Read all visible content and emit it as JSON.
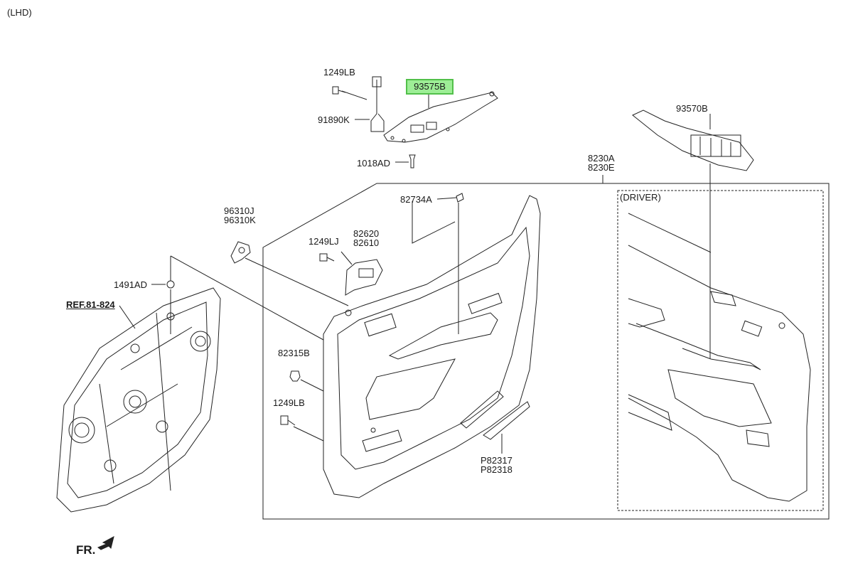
{
  "variant": "(LHD)",
  "highlight_color": "#9dee96",
  "highlighted_part": "93575B",
  "labels": {
    "p1249lb_top": "1249LB",
    "p91890k": "91890K",
    "p1018ad": "1018AD",
    "p82734a": "82734A",
    "p93570b": "93570B",
    "p8230a": "8230A",
    "p8230e": "8230E",
    "driver": "(DRIVER)",
    "p96310j": "96310J",
    "p96310k": "96310K",
    "p1249lj": "1249LJ",
    "p82620": "82620",
    "p82610": "82610",
    "p1491ad": "1491AD",
    "ref": "REF.81-824",
    "p82315b": "82315B",
    "p1249lb_bottom": "1249LB",
    "p82317": "P82317",
    "p82318": "P82318",
    "front": "FR."
  },
  "icons": [
    "front-direction-arrow-icon"
  ]
}
